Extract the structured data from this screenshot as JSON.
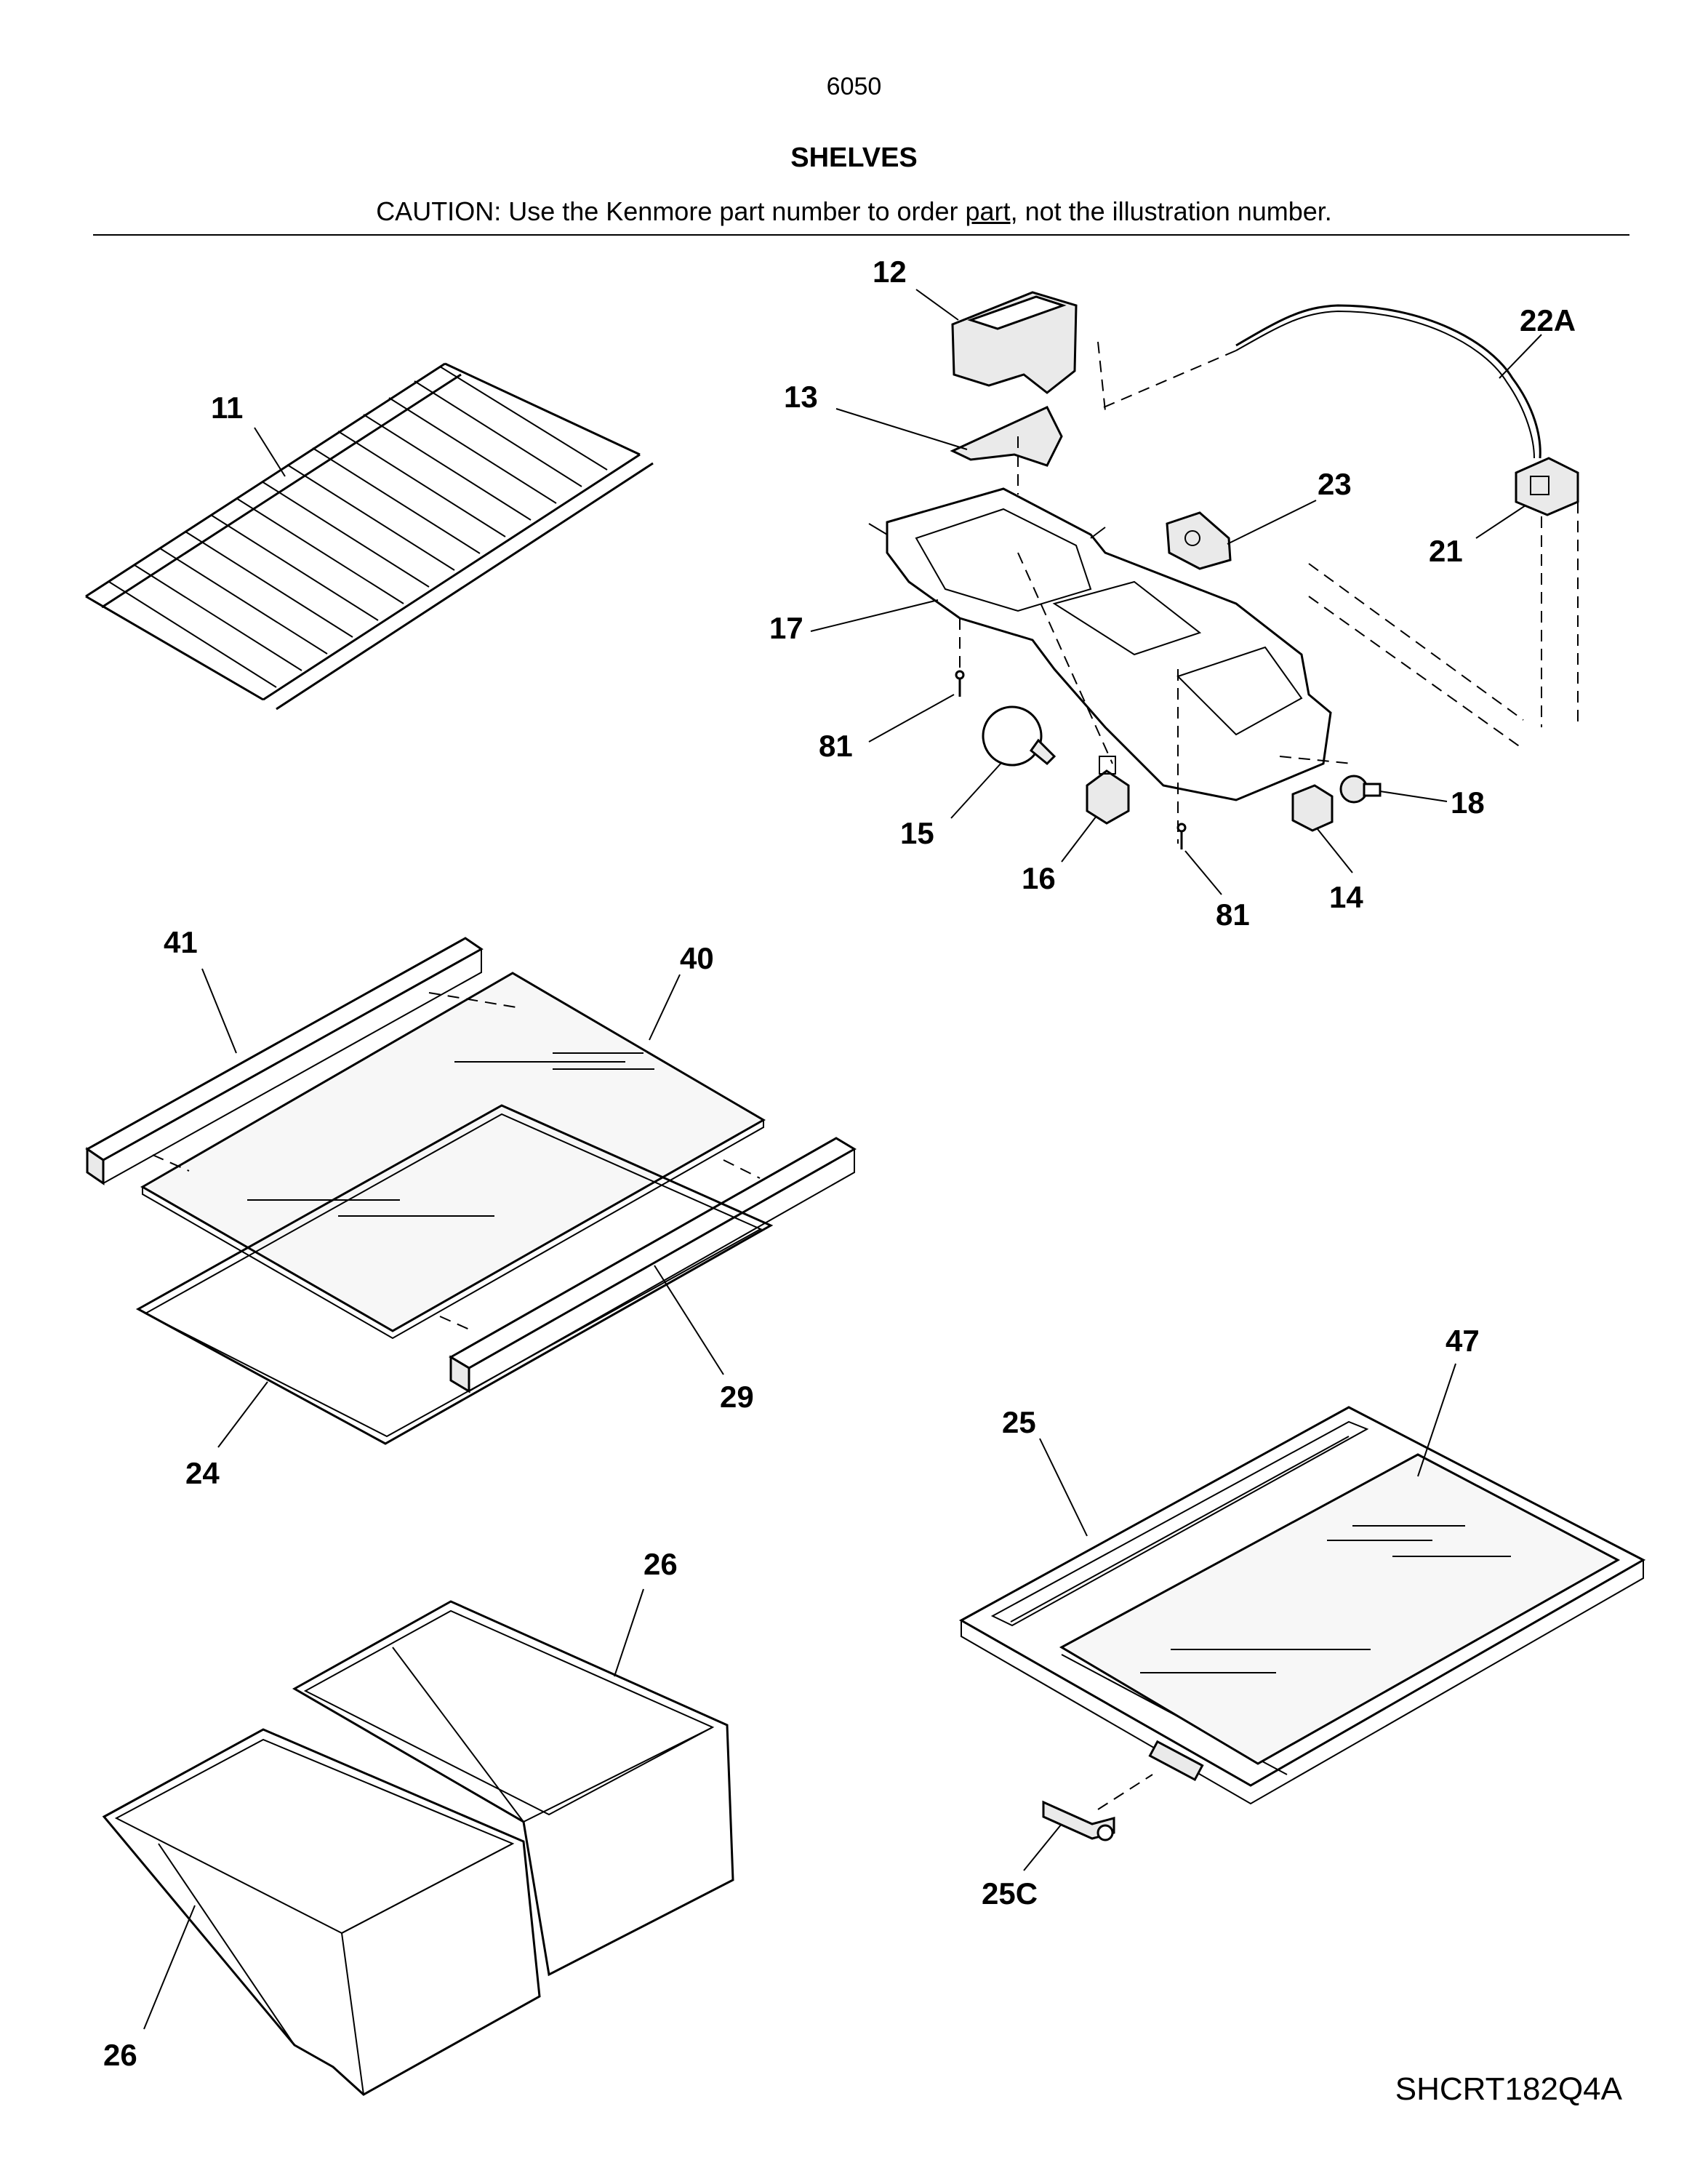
{
  "header": {
    "page_number": "6050",
    "title": "SHELVES",
    "caution_prefix": "CAUTION: Use the Kenmore part number to order ",
    "caution_link": "part",
    "caution_suffix": ", not the illustration number."
  },
  "footer": {
    "diagram_code": "SHCRT182Q4A"
  },
  "callouts": {
    "c11": "11",
    "c12": "12",
    "c13": "13",
    "c22a": "22A",
    "c23": "23",
    "c21": "21",
    "c17": "17",
    "c81a": "81",
    "c15": "15",
    "c16": "16",
    "c81b": "81",
    "c14": "14",
    "c18": "18",
    "c41": "41",
    "c40": "40",
    "c29": "29",
    "c24": "24",
    "c47": "47",
    "c25": "25",
    "c26a": "26",
    "c26b": "26",
    "c25c": "25C"
  }
}
